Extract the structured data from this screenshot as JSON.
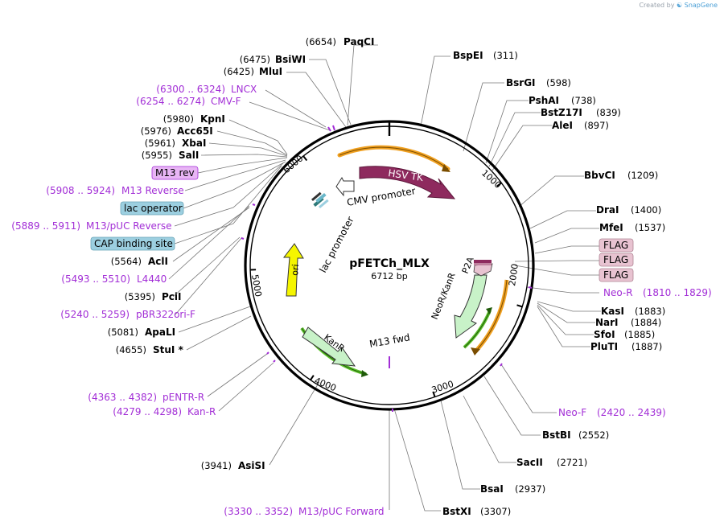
{
  "credit": {
    "prefix": "Created by",
    "brand": "SnapGene"
  },
  "plasmid": {
    "name": "pFETCh_MLX",
    "length_label": "6712 bp",
    "length": 6712
  },
  "ticks": [
    "1000",
    "2000",
    "3000",
    "4000",
    "5000",
    "6000"
  ],
  "colors": {
    "hsv_tk": "#8e2a5e",
    "resistance": "#c8f2c8",
    "ori": "#f5f500",
    "flag": "#e8c3d1",
    "promoter_arrow": "#ffffff",
    "primer": "#a22ed6",
    "m13rev": "#e8b5f5",
    "lac_operator": "#9ccfe0",
    "cap": "#9ccfe0",
    "orange_arc": "#f0a020",
    "green_arc": "#3a8a1a"
  },
  "features": {
    "hsv_tk": "HSV TK",
    "cmv_promoter": "CMV promoter",
    "lac_promoter": "lac promoter",
    "ori": "ori",
    "kanr": "KanR",
    "neor_kanr": "NeoR/KanR",
    "p2a": "P2A",
    "m13_fwd": "M13 fwd"
  },
  "left_labels": [
    {
      "pos": "(6654)",
      "name": "PaqCI"
    },
    {
      "pos": "(6475)",
      "name": "BsiWI"
    },
    {
      "pos": "(6425)",
      "name": "MluI"
    },
    {
      "primer_pos": "(6300 .. 6324)",
      "primer": "LNCX"
    },
    {
      "primer_pos": "(6254 .. 6274)",
      "primer": "CMV-F"
    },
    {
      "pos": "(5980)",
      "name": "KpnI"
    },
    {
      "pos": "(5976)",
      "name": "Acc65I"
    },
    {
      "pos": "(5961)",
      "name": "XbaI"
    },
    {
      "pos": "(5955)",
      "name": "SalI"
    },
    {
      "box": "M13 rev"
    },
    {
      "primer_pos": "(5908 .. 5924)",
      "primer": "M13 Reverse"
    },
    {
      "box": "lac operator"
    },
    {
      "primer_pos": "(5889 .. 5911)",
      "primer": "M13/pUC Reverse"
    },
    {
      "box": "CAP binding site"
    },
    {
      "pos": "(5564)",
      "name": "AclI"
    },
    {
      "primer_pos": "(5493 .. 5510)",
      "primer": "L4440"
    },
    {
      "pos": "(5395)",
      "name": "PciI"
    },
    {
      "primer_pos": "(5240 .. 5259)",
      "primer": "pBR322ori-F"
    },
    {
      "pos": "(5081)",
      "name": "ApaLI"
    },
    {
      "pos": "(4655)",
      "name": "StuI *"
    },
    {
      "primer_pos": "(4363 .. 4382)",
      "primer": "pENTR-R"
    },
    {
      "primer_pos": "(4279 .. 4298)",
      "primer": "Kan-R"
    },
    {
      "pos": "(3941)",
      "name": "AsiSI"
    },
    {
      "primer_pos": "(3330 .. 3352)",
      "primer": "M13/pUC Forward"
    }
  ],
  "right_labels": [
    {
      "name": "BspEI",
      "pos": "(311)"
    },
    {
      "name": "BsrGI",
      "pos": "(598)"
    },
    {
      "name": "PshAI",
      "pos": "(738)"
    },
    {
      "name": "BstZ17I",
      "pos": "(839)"
    },
    {
      "name": "AleI",
      "pos": "(897)"
    },
    {
      "name": "BbvCI",
      "pos": "(1209)"
    },
    {
      "name": "DraI",
      "pos": "(1400)"
    },
    {
      "name": "MfeI",
      "pos": "(1537)"
    },
    {
      "box": "FLAG"
    },
    {
      "box": "FLAG"
    },
    {
      "box": "FLAG"
    },
    {
      "primer": "Neo-R",
      "primer_pos": "(1810 .. 1829)"
    },
    {
      "name": "KasI",
      "pos": "(1883)"
    },
    {
      "name": "NarI",
      "pos": "(1884)"
    },
    {
      "name": "SfoI",
      "pos": "(1885)"
    },
    {
      "name": "PluTI",
      "pos": "(1887)"
    },
    {
      "primer": "Neo-F",
      "primer_pos": "(2420 .. 2439)"
    },
    {
      "name": "BstBI",
      "pos": "(2552)"
    },
    {
      "name": "SacII",
      "pos": "(2721)"
    },
    {
      "name": "BsaI",
      "pos": "(2937)"
    },
    {
      "name": "BstXI",
      "pos": "(3307)"
    }
  ]
}
